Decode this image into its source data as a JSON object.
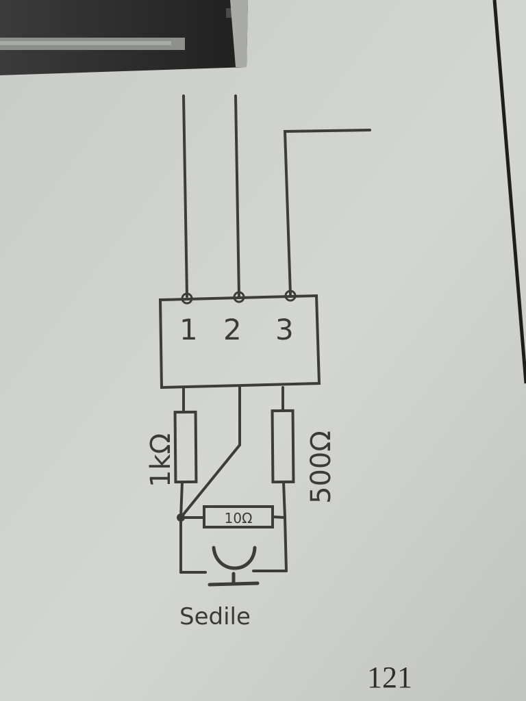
{
  "document": {
    "pins": [
      "1",
      "2",
      "3"
    ],
    "resistor_left": "1kΩ",
    "resistor_right": "500Ω",
    "resistor_bottom": "10Ω",
    "caption": "Sedile",
    "page_number": "121"
  }
}
